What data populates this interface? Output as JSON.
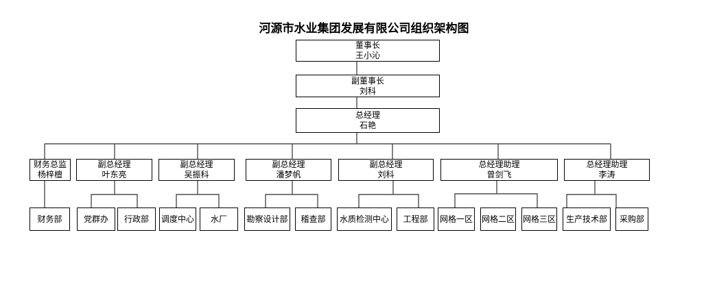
{
  "title": "河源市水业集团发展有限公司组织架构图",
  "org": {
    "chairman": {
      "role": "董事长",
      "name": "王小沁"
    },
    "vice_chairman": {
      "role": "副董事长",
      "name": "刘科"
    },
    "general_manager": {
      "role": "总经理",
      "name": "石艳"
    },
    "executives": [
      {
        "role": "财务总监",
        "name": "杨梓檀",
        "departments": [
          "财务部"
        ]
      },
      {
        "role": "副总经理",
        "name": "叶东亮",
        "departments": [
          "党群办",
          "行政部"
        ]
      },
      {
        "role": "副总经理",
        "name": "吴振科",
        "departments": [
          "调度中心",
          "水厂"
        ]
      },
      {
        "role": "副总经理",
        "name": "潘梦帆",
        "departments": [
          "勘察设计部",
          "稽查部"
        ]
      },
      {
        "role": "副总经理",
        "name": "刘科",
        "departments": [
          "水质检测中心",
          "工程部"
        ]
      },
      {
        "role": "总经理助理",
        "name": "曾剑飞",
        "departments": [
          "网格一区",
          "网格二区",
          "网格三区"
        ]
      },
      {
        "role": "总经理助理",
        "name": "李涛",
        "departments": [
          "生产技术部",
          "采购部"
        ]
      }
    ]
  },
  "colors": {
    "background": "#ffffff",
    "box_border": "#000000",
    "connector": "#4d4d4d",
    "text": "#000000"
  }
}
